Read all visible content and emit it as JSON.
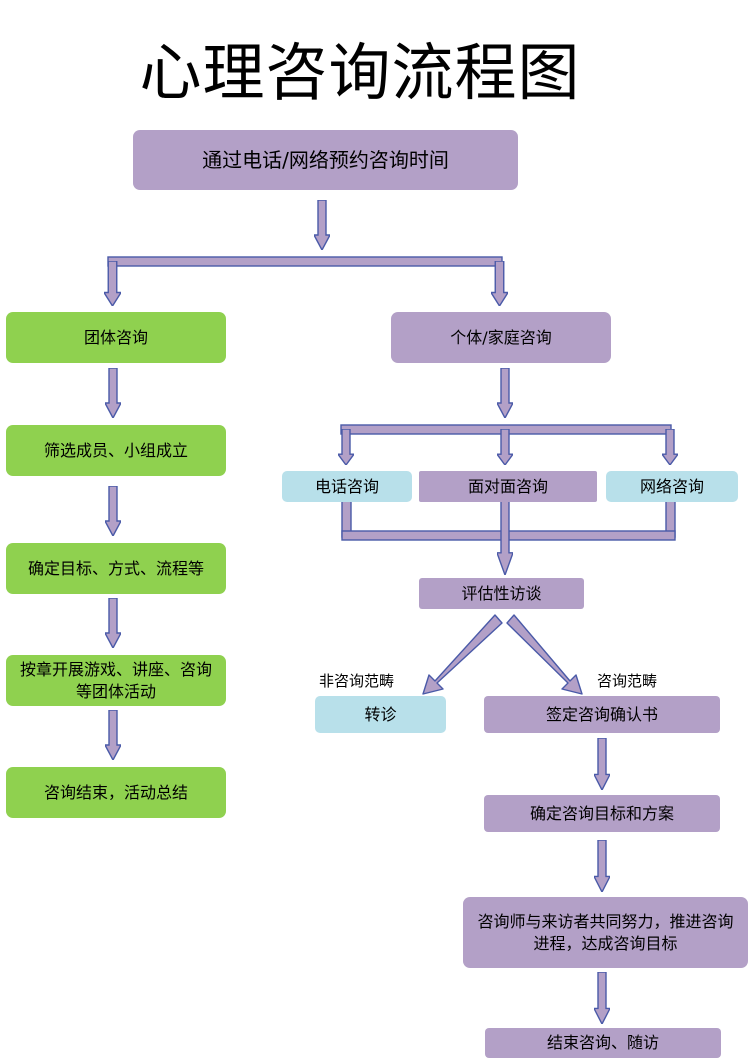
{
  "title": "心理咨询流程图",
  "nodes": {
    "start": "通过电话/网络预约咨询时间",
    "group": "团体咨询",
    "individual": "个体/家庭咨询",
    "group_screen": "筛选成员、小组成立",
    "group_goals": "确定目标、方式、流程等",
    "group_activities": "按章开展游戏、讲座、咨询等团体活动",
    "group_end": "咨询结束，活动总结",
    "phone": "电话咨询",
    "face": "面对面咨询",
    "online": "网络咨询",
    "assessment": "评估性访谈",
    "referral": "转诊",
    "agreement": "签定咨询确认书",
    "plan": "确定咨询目标和方案",
    "work": "咨询师与来访者共同努力，推进咨询进程，达成咨询目标",
    "finish": "结束咨询、随访"
  },
  "edge_labels": {
    "non_scope": "非咨询范畴",
    "scope": "咨询范畴"
  },
  "colors": {
    "purple": "#b3a0c7",
    "green": "#8fd14f",
    "blue": "#b8e0ea",
    "arrow_fill": "#b3a0c7",
    "arrow_stroke": "#4a5aa8"
  }
}
